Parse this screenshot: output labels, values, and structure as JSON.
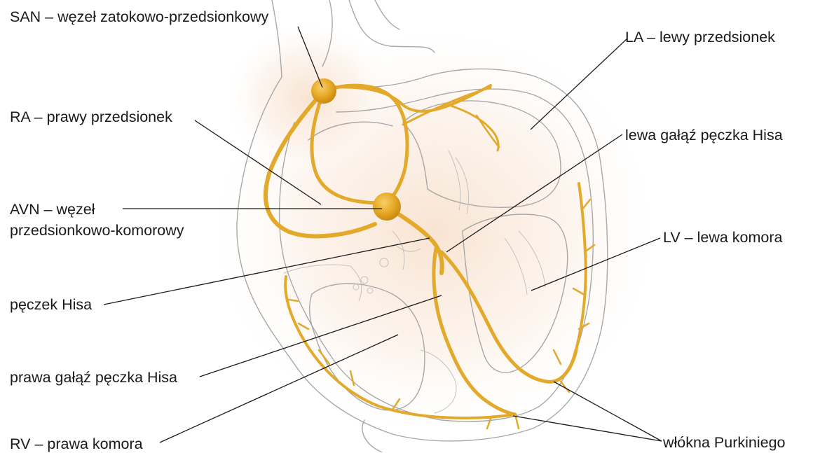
{
  "labels": {
    "san": "SAN – węzeł zatokowo-przedsionkowy",
    "ra": "RA – prawy przedsionek",
    "avn_line1": "AVN – węzeł",
    "avn_line2": "przedsionkowo-komorowy",
    "his": "pęczek Hisa",
    "right_bundle": "prawa gałąź pęczka Hisa",
    "rv": "RV – prawa komora",
    "la": "LA – lewy przedsionek",
    "left_bundle": "lewa gałąź pęczka Hisa",
    "lv": "LV – lewa komora",
    "purkinje": "włókna Purkiniego"
  },
  "colors": {
    "conduction": "#e3a92a",
    "node": "#e6a823",
    "outline": "#a8a8a8",
    "glow": "#f7dcc6"
  }
}
